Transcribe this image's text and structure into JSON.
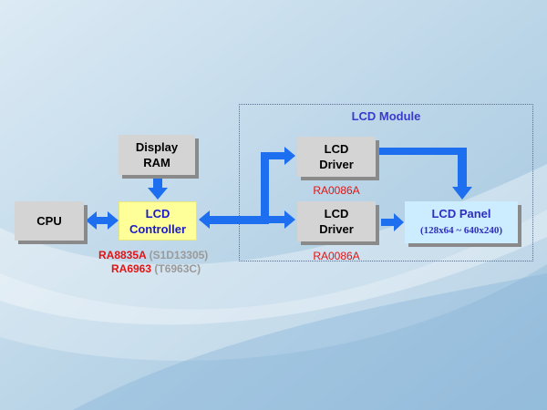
{
  "module": {
    "title": "LCD Module"
  },
  "blocks": {
    "display_ram": [
      "Display",
      "RAM"
    ],
    "cpu": "CPU",
    "lcd_controller": [
      "LCD",
      "Controller"
    ],
    "lcd_driver_top": [
      "LCD",
      "Driver"
    ],
    "lcd_driver_bottom": [
      "LCD",
      "Driver"
    ],
    "lcd_panel": {
      "title": "LCD Panel",
      "range": "(128x64 ~ 640x240)"
    }
  },
  "controller_chips": [
    {
      "part": "RA8835A",
      "compat": "(S1D13305)"
    },
    {
      "part": "RA6963",
      "compat": "(T6963C)"
    }
  ],
  "driver_chips": {
    "top": "RA0086A",
    "bottom": "RA0086A"
  },
  "colors": {
    "arrow": "#1e6ef0",
    "controller_fill": "#ffff99",
    "panel_fill": "#ccecff",
    "part_red": "#e21414"
  }
}
